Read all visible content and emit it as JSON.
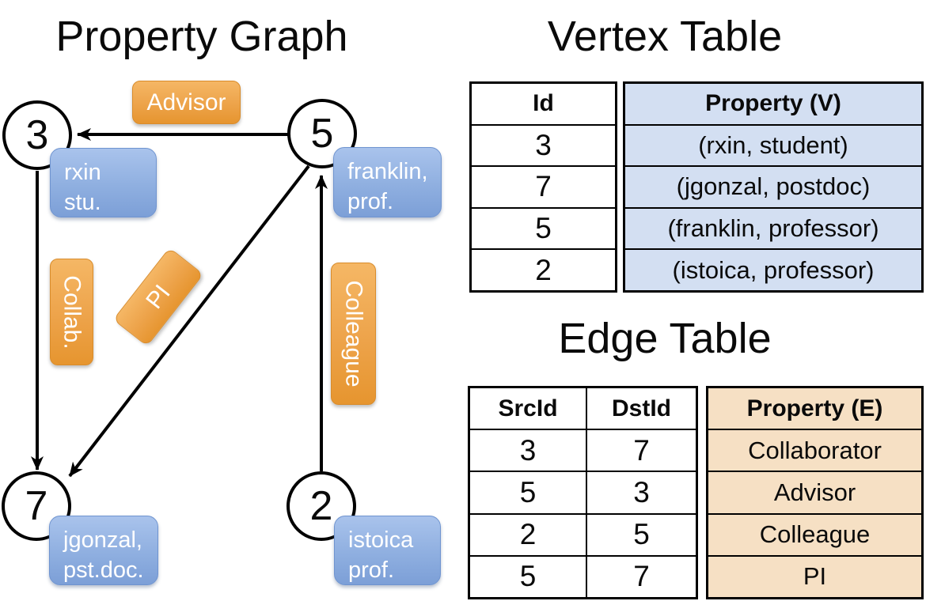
{
  "titles": {
    "property_graph": "Property Graph",
    "vertex_table": "Vertex Table",
    "edge_table": "Edge Table"
  },
  "graph": {
    "nodes": [
      {
        "id": "3",
        "property_line1": "rxin",
        "property_line2": "stu."
      },
      {
        "id": "5",
        "property_line1": "franklin,",
        "property_line2": "prof."
      },
      {
        "id": "7",
        "property_line1": "jgonzal,",
        "property_line2": "pst.doc."
      },
      {
        "id": "2",
        "property_line1": "istoica",
        "property_line2": "prof."
      }
    ],
    "edge_labels": {
      "advisor": "Advisor",
      "collab": "Collab.",
      "pi": "PI",
      "colleague": "Colleague"
    },
    "edges": [
      {
        "src": "5",
        "dst": "3",
        "label": "Advisor"
      },
      {
        "src": "3",
        "dst": "7",
        "label": "Collab."
      },
      {
        "src": "5",
        "dst": "7",
        "label": "PI"
      },
      {
        "src": "2",
        "dst": "5",
        "label": "Colleague"
      }
    ]
  },
  "vertex_table": {
    "columns": {
      "id": "Id",
      "property": "Property (V)"
    },
    "rows": [
      {
        "id": "3",
        "property": "(rxin, student)"
      },
      {
        "id": "7",
        "property": "(jgonzal, postdoc)"
      },
      {
        "id": "5",
        "property": "(franklin, professor)"
      },
      {
        "id": "2",
        "property": "(istoica, professor)"
      }
    ]
  },
  "edge_table": {
    "columns": {
      "src": "SrcId",
      "dst": "DstId",
      "property": "Property (E)"
    },
    "rows": [
      {
        "src": "3",
        "dst": "7",
        "property": "Collaborator"
      },
      {
        "src": "5",
        "dst": "3",
        "property": "Advisor"
      },
      {
        "src": "2",
        "dst": "5",
        "property": "Colleague"
      },
      {
        "src": "5",
        "dst": "7",
        "property": "PI"
      }
    ]
  },
  "colors": {
    "vertex_property_bg": "#d3dff2",
    "edge_property_bg": "#f6e0c4",
    "orange_pill_top": "#f5b765",
    "orange_pill_bottom": "#e6952f",
    "blue_box_top": "#a9c3ec",
    "blue_box_bottom": "#7c9fd7",
    "line": "#000000"
  }
}
